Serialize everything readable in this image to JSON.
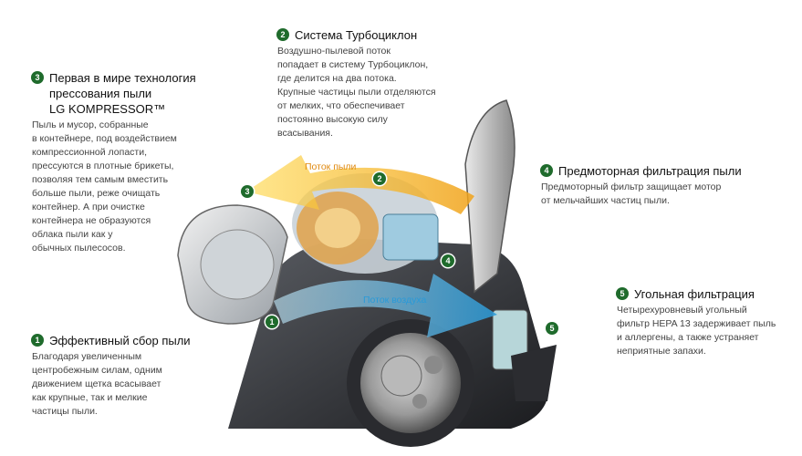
{
  "callouts": [
    {
      "number": "1",
      "title": "Эффективный сбор пыли",
      "text": "Благодаря увеличенным\nцентробежным силам, одним\nдвижением щетка всасывает\nкак крупные, так и мелкие\nчастицы пыли."
    },
    {
      "number": "2",
      "title": "Система Турбоциклон",
      "text": "Воздушно-пылевой поток\nпопадает в систему Турбоциклон,\nгде делится на два потока.\nКрупные частицы пыли отделяются\nот мелких, что обеспечивает\nпостоянно высокую силу\nвсасывания."
    },
    {
      "number": "3",
      "title": "Первая в мире технология\nпрессования пыли\nLG KOMPRESSOR™",
      "text": "Пыль и мусор, собранные\nв контейнере, под воздействием\nкомпрессионной лопасти,\nпрессуются в плотные брикеты,\nпозволяя тем самым вместить\nбольше пыли, реже очищать\nконтейнер. А при очистке\nконтейнера не образуются\nоблака пыли как у\nобычных пылесосов."
    },
    {
      "number": "4",
      "title": "Предмоторная фильтрация пыли",
      "text": "Предмоторный фильтр защищает мотор\nот мельчайших частиц пыли."
    },
    {
      "number": "5",
      "title": "Угольная фильтрация",
      "text": "Четырехуровневый угольный\nфильтр HEPA 13 задерживает пыль\nи аллергены, а также устраняет\nнеприятные запахи."
    }
  ],
  "markers": [
    "1",
    "2",
    "3",
    "4",
    "5"
  ],
  "flows": {
    "dust": "Поток пыли",
    "air": "Поток воздуха"
  },
  "colors": {
    "badge": "#1f6b2c",
    "dust_flow": "#f0a21a",
    "air_flow": "#3aa8e0"
  }
}
